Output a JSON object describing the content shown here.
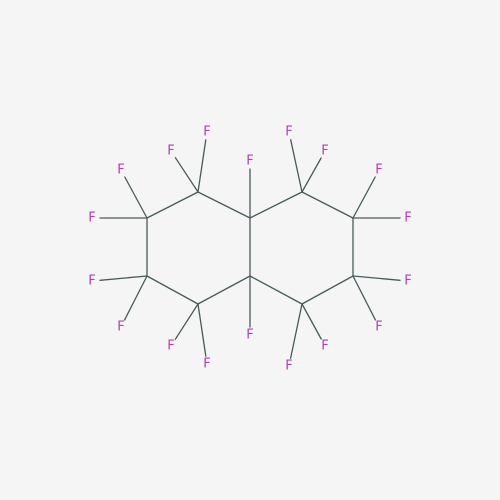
{
  "molecule": {
    "colors": {
      "background": "#f5f5f5",
      "bond": "#4a5a5a",
      "fluorine": "#b93cb9"
    },
    "atoms": [
      {
        "id": "C1",
        "element": "C"
      },
      {
        "id": "C2",
        "element": "C"
      },
      {
        "id": "C3",
        "element": "C"
      },
      {
        "id": "C4",
        "element": "C"
      },
      {
        "id": "C4a",
        "element": "C"
      },
      {
        "id": "C5",
        "element": "C"
      },
      {
        "id": "C6",
        "element": "C"
      },
      {
        "id": "C7",
        "element": "C"
      },
      {
        "id": "C8",
        "element": "C"
      },
      {
        "id": "C8a",
        "element": "C"
      },
      {
        "id": "F1a",
        "element": "F",
        "label": "F"
      },
      {
        "id": "F1b",
        "element": "F",
        "label": "F"
      },
      {
        "id": "F2a",
        "element": "F",
        "label": "F"
      },
      {
        "id": "F2b",
        "element": "F",
        "label": "F"
      },
      {
        "id": "F3a",
        "element": "F",
        "label": "F"
      },
      {
        "id": "F3b",
        "element": "F",
        "label": "F"
      },
      {
        "id": "F4a",
        "element": "F",
        "label": "F"
      },
      {
        "id": "F4b",
        "element": "F",
        "label": "F"
      },
      {
        "id": "F4a1",
        "element": "F",
        "label": "F"
      },
      {
        "id": "F5a",
        "element": "F",
        "label": "F"
      },
      {
        "id": "F5b",
        "element": "F",
        "label": "F"
      },
      {
        "id": "F6a",
        "element": "F",
        "label": "F"
      },
      {
        "id": "F6b",
        "element": "F",
        "label": "F"
      },
      {
        "id": "F7a",
        "element": "F",
        "label": "F"
      },
      {
        "id": "F7b",
        "element": "F",
        "label": "F"
      },
      {
        "id": "F8a",
        "element": "F",
        "label": "F"
      },
      {
        "id": "F8b",
        "element": "F",
        "label": "F"
      },
      {
        "id": "F8a1",
        "element": "F",
        "label": "F"
      }
    ],
    "bonds": [
      [
        "C8a",
        "C1"
      ],
      [
        "C1",
        "C2"
      ],
      [
        "C2",
        "C3"
      ],
      [
        "C3",
        "C4"
      ],
      [
        "C4",
        "C4a"
      ],
      [
        "C4a",
        "C8a"
      ],
      [
        "C4a",
        "C5"
      ],
      [
        "C5",
        "C6"
      ],
      [
        "C6",
        "C7"
      ],
      [
        "C7",
        "C8"
      ],
      [
        "C8",
        "C8a"
      ],
      [
        "C1",
        "F1a"
      ],
      [
        "C1",
        "F1b"
      ],
      [
        "C2",
        "F2a"
      ],
      [
        "C2",
        "F2b"
      ],
      [
        "C3",
        "F3a"
      ],
      [
        "C3",
        "F3b"
      ],
      [
        "C4",
        "F4a"
      ],
      [
        "C4",
        "F4b"
      ],
      [
        "C4a",
        "F4a1"
      ],
      [
        "C5",
        "F5a"
      ],
      [
        "C5",
        "F5b"
      ],
      [
        "C6",
        "F6a"
      ],
      [
        "C6",
        "F6b"
      ],
      [
        "C7",
        "F7a"
      ],
      [
        "C7",
        "F7b"
      ],
      [
        "C8",
        "F8a"
      ],
      [
        "C8",
        "F8b"
      ],
      [
        "C8a",
        "F8a1"
      ]
    ]
  }
}
